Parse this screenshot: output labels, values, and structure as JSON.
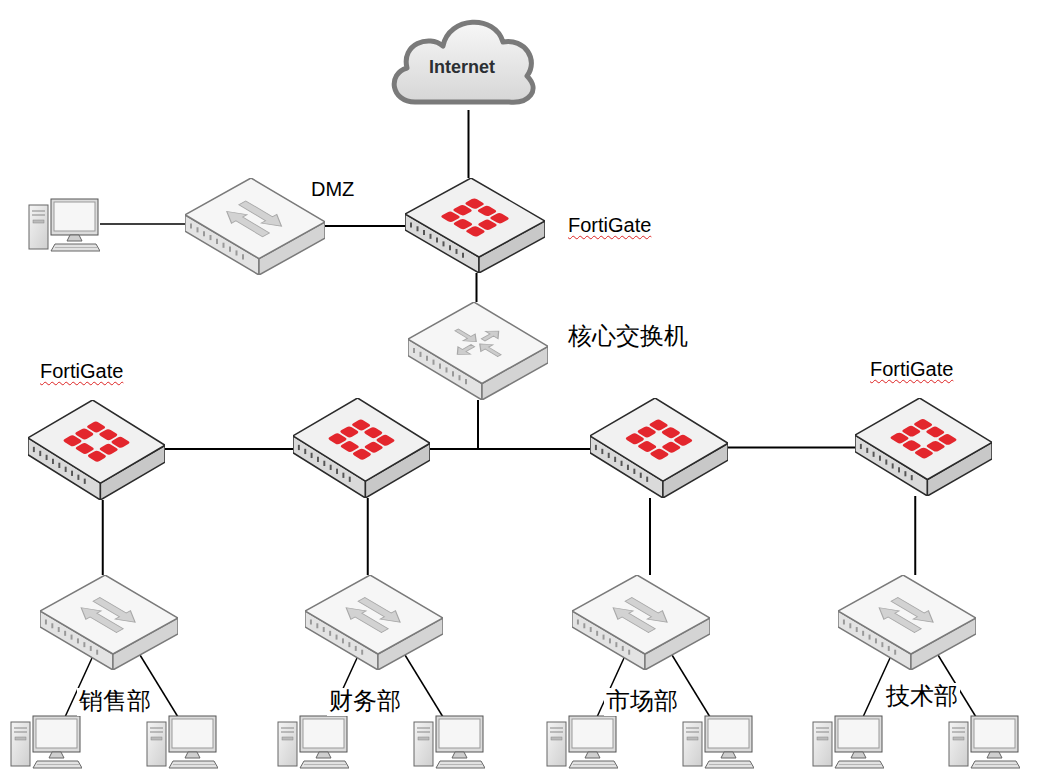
{
  "diagram": {
    "nodes": [
      {
        "text": [
          "Internet"
        ]
      },
      {
        "text": [
          "DMZ"
        ]
      },
      {
        "text": [
          "FortiGate"
        ]
      },
      {
        "text": [
          "核心交换机"
        ]
      },
      {
        "text": [
          "FortiGate"
        ]
      },
      {
        "text": []
      },
      {
        "text": []
      },
      {
        "text": [
          "FortiGate"
        ]
      },
      {
        "text": [
          "销售部"
        ]
      },
      {
        "text": [
          "财务部"
        ]
      },
      {
        "text": [
          "市场部"
        ]
      },
      {
        "text": [
          "技术部"
        ]
      }
    ],
    "edges": [
      {
        "from": 0,
        "to": 2,
        "arrow": "none"
      },
      {
        "from": 1,
        "to": 2,
        "arrow": "none"
      },
      {
        "from": 2,
        "to": 3,
        "arrow": "none"
      },
      {
        "from": 3,
        "to": 5,
        "arrow": "none"
      },
      {
        "from": 3,
        "to": 6,
        "arrow": "none"
      },
      {
        "from": 4,
        "to": 5,
        "arrow": "none"
      },
      {
        "from": 6,
        "to": 7,
        "arrow": "none"
      },
      {
        "from": 4,
        "to": 8,
        "arrow": "none"
      },
      {
        "from": 5,
        "to": 9,
        "arrow": "none"
      },
      {
        "from": 6,
        "to": 10,
        "arrow": "none"
      },
      {
        "from": 7,
        "to": 11,
        "arrow": "none"
      }
    ]
  }
}
